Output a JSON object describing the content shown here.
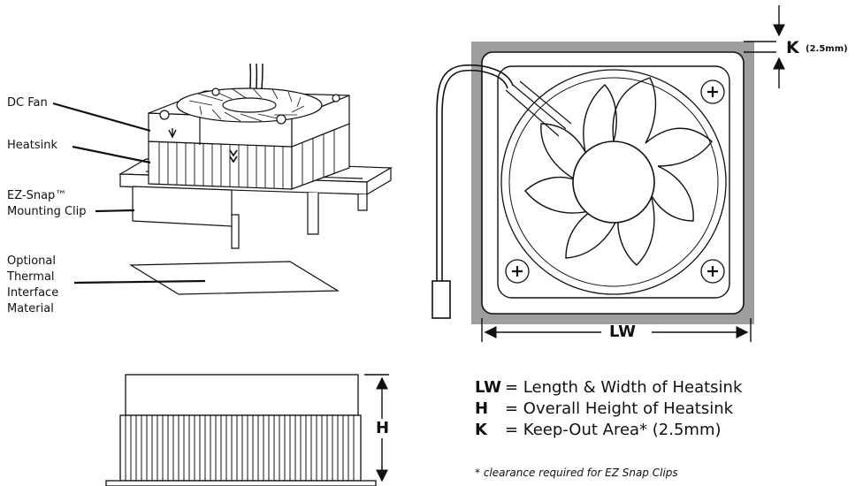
{
  "labels": {
    "dc_fan": "DC Fan",
    "heatsink": "Heatsink",
    "ez_snap_line1": "EZ-Snap™",
    "ez_snap_line2": "Mounting Clip",
    "tim_line1": "Optional",
    "tim_line2": "Thermal",
    "tim_line3": "Interface",
    "tim_line4": "Material"
  },
  "dimensions": {
    "k": "K",
    "k_value": "(2.5mm)",
    "lw": "LW",
    "h": "H"
  },
  "legend": [
    {
      "key": "LW",
      "text": "= Length & Width of Heatsink"
    },
    {
      "key": "H",
      "text": "= Overall Height of Heatsink"
    },
    {
      "key": "K",
      "text": "= Keep-Out Area* (2.5mm)"
    }
  ],
  "footnote": "* clearance required for EZ Snap Clips",
  "colors": {
    "keepout_gray": "#9e9e9e",
    "line": "#111111"
  }
}
